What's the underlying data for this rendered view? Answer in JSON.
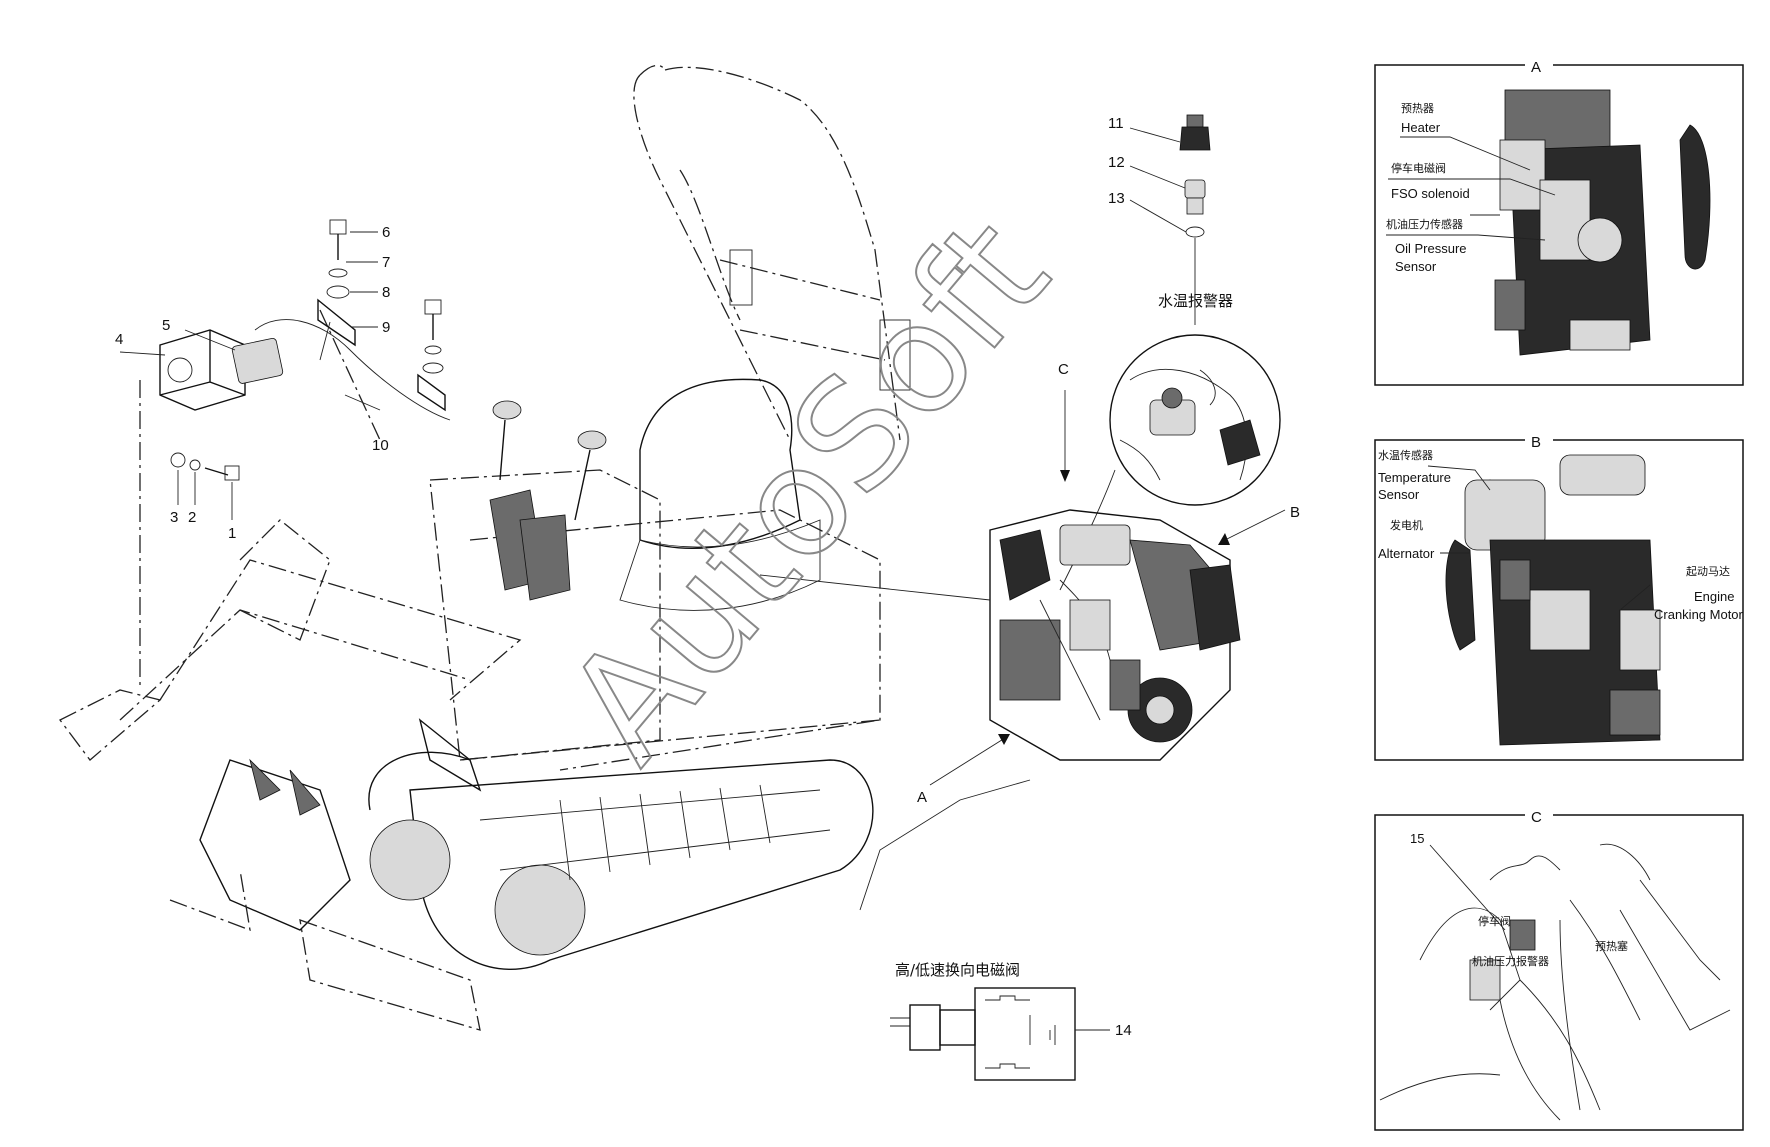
{
  "callouts": {
    "n1": "1",
    "n2": "2",
    "n3": "3",
    "n4": "4",
    "n5": "5",
    "n6": "6",
    "n7": "7",
    "n8": "8",
    "n9": "9",
    "n10": "10",
    "n11": "11",
    "n12": "12",
    "n13": "13",
    "n14": "14",
    "n15": "15"
  },
  "view_markers": {
    "a": "A",
    "b": "B",
    "c": "C"
  },
  "main_labels": {
    "water_temp_alarm": "水温报警器",
    "hi_lo_solenoid": "高/低速换向电磁阀"
  },
  "panel_a": {
    "title": "A",
    "heater_cn": "预热器",
    "heater_en": "Heater",
    "fso_cn": "停车电磁阀",
    "fso_en": "FSO solenoid",
    "oil_cn": "机油压力传感器",
    "oil_en_1": "Oil Pressure",
    "oil_en_2": "Sensor"
  },
  "panel_b": {
    "title": "B",
    "temp_cn": "水温传感器",
    "temp_en_1": "Temperature",
    "temp_en_2": "Sensor",
    "alt_cn": "发电机",
    "alt_en": "Alternator",
    "crank_cn": "起动马达",
    "crank_en_1": "Engine",
    "crank_en_2": "Cranking Motor"
  },
  "panel_c": {
    "title": "C",
    "stop_valve_cn": "停车阀",
    "oil_sensor_cn": "机油压力报警器",
    "glow_plug_cn": "预热塞"
  },
  "watermark": "AutoSoft"
}
